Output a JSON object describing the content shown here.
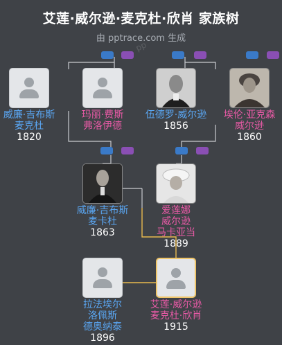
{
  "header": {
    "title": "艾莲·威尔逊·麦克杜·欣肖 家族树",
    "subtitle": "由 pptrace.com 生成",
    "watermark": "pp"
  },
  "colors": {
    "background": "#3f4247",
    "male": "#5aa6f2",
    "female": "#e85aa6",
    "line": "#c9ccd0",
    "highlight_line": "#e8b94f"
  },
  "people": {
    "p1": {
      "name_line1": "威廉·吉布斯",
      "name_line2": "麦克杜",
      "name_line3": "",
      "year": "1820",
      "gender": "male",
      "photo": "placeholder"
    },
    "p2": {
      "name_line1": "玛丽·费斯",
      "name_line2": "弗洛伊德",
      "name_line3": "",
      "year": "",
      "gender": "female",
      "photo": "placeholder"
    },
    "p3": {
      "name_line1": "伍德罗·威尔逊",
      "name_line2": "",
      "name_line3": "",
      "year": "1856",
      "gender": "male",
      "photo": "portrait"
    },
    "p4": {
      "name_line1": "埃伦·亚克森",
      "name_line2": "威尔逊",
      "name_line3": "",
      "year": "1860",
      "gender": "female",
      "photo": "portrait"
    },
    "p5": {
      "name_line1": "威廉·吉布斯",
      "name_line2": "麦卡杜",
      "name_line3": "",
      "year": "1863",
      "gender": "male",
      "photo": "portrait"
    },
    "p6": {
      "name_line1": "爱莲娜",
      "name_line2": "威尔逊",
      "name_line3": "马卡亚当",
      "year": "1889",
      "gender": "female",
      "photo": "portrait"
    },
    "p7": {
      "name_line1": "拉法埃尔",
      "name_line2": "洛佩斯",
      "name_line3": "德奥纳泰",
      "year": "1896",
      "gender": "male",
      "photo": "placeholder"
    },
    "p8": {
      "name_line1": "艾莲·威尔逊",
      "name_line2": "麦克杜·欣肖",
      "name_line3": "",
      "year": "1915",
      "gender": "female",
      "photo": "placeholder",
      "selected": true
    }
  }
}
